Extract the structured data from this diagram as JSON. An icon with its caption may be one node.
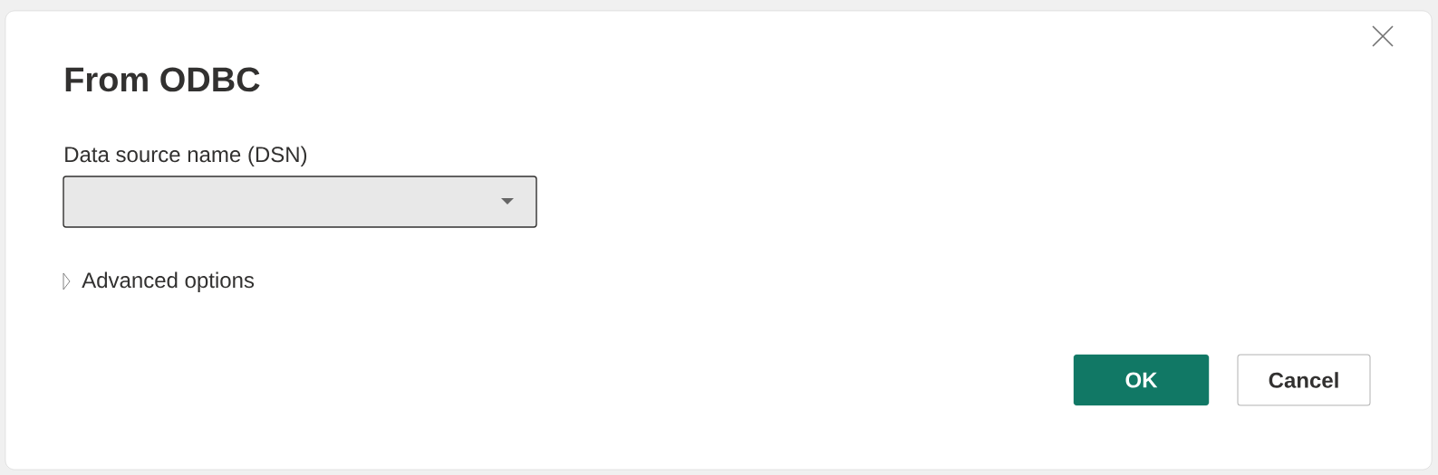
{
  "diagram": {
    "title": "From ODBC",
    "nodes": [
      {
        "text": [],
        "shape": "box",
        "beside": [
          "Data source name (DSN)"
        ]
      },
      {
        "text": [
          "OK"
        ]
      },
      {
        "text": [
          "Cancel"
        ]
      }
    ],
    "labels": [
      "Advanced options"
    ]
  }
}
